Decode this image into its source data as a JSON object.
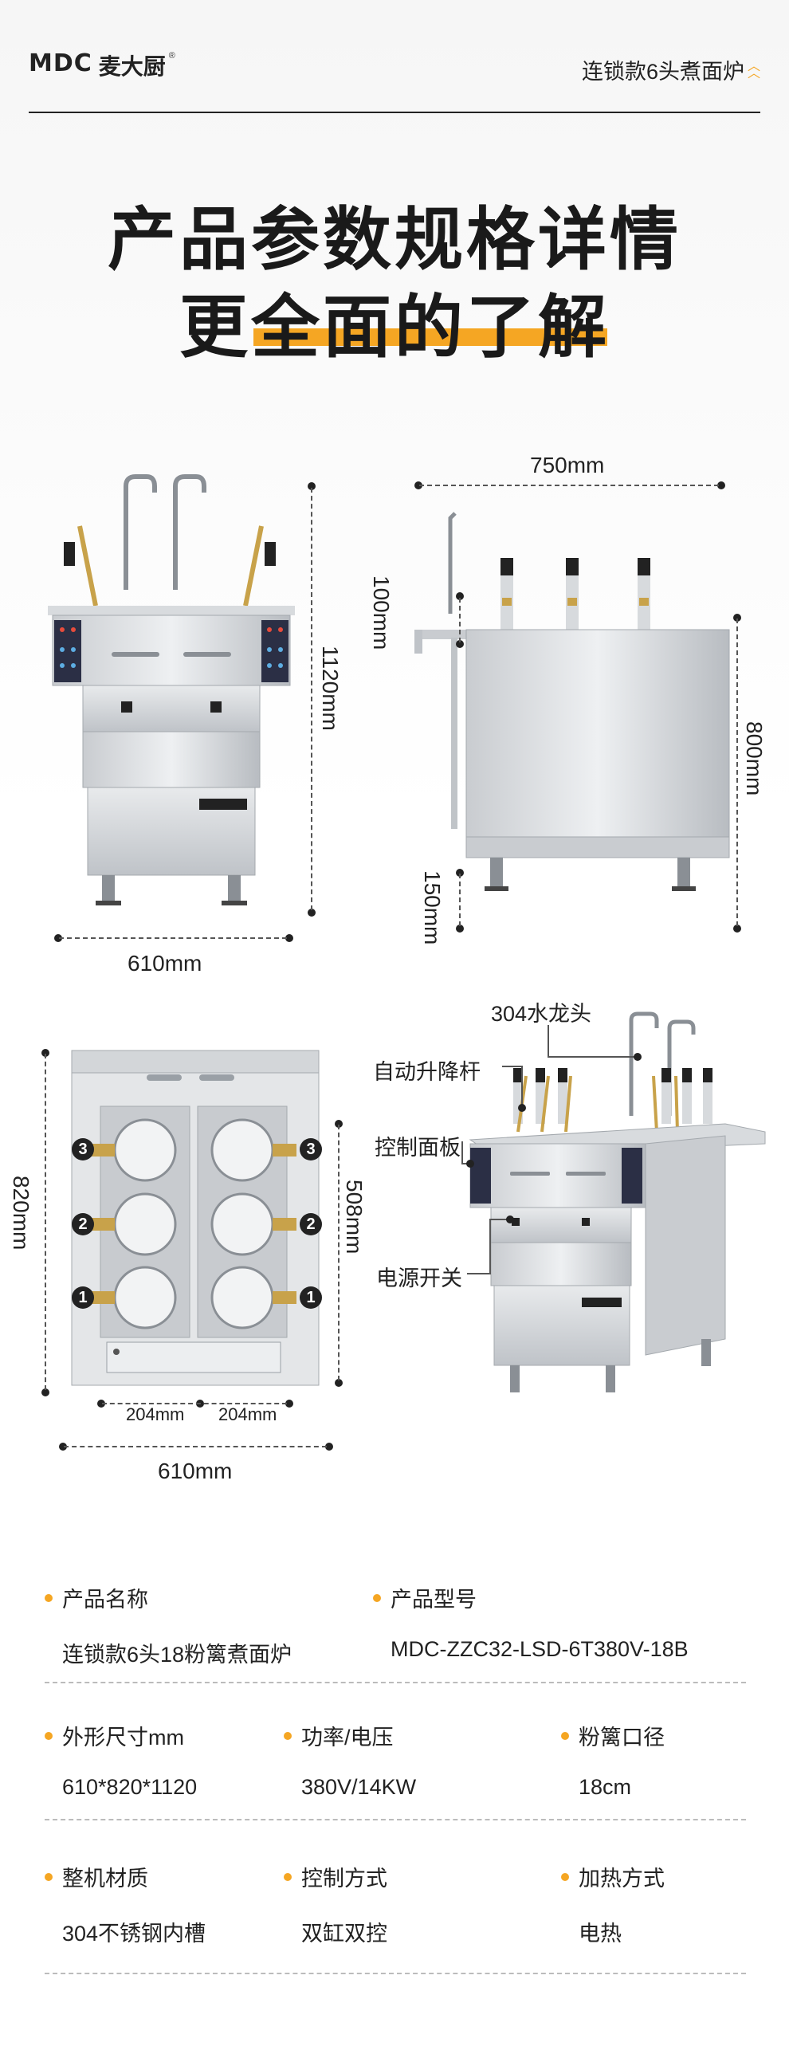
{
  "header": {
    "logo_text": "MDC",
    "brand_cn": "麦大厨",
    "reg_mark": "®",
    "product_title": "连锁款6头煮面炉"
  },
  "headline": {
    "line1": "产品参数规格详情",
    "line2_prefix": "更",
    "line2_highlight": "全面的了解"
  },
  "dimensions": {
    "front_width": "610mm",
    "front_height": "1120mm",
    "side_depth": "750mm",
    "side_top": "100mm",
    "side_body": "800mm",
    "side_leg": "150mm",
    "top_depth": "820mm",
    "top_inner": "508mm",
    "basket_left": "204mm",
    "basket_right": "204mm",
    "top_width": "610mm"
  },
  "callouts": {
    "faucet": "304水龙头",
    "lift_rod": "自动升降杆",
    "control_panel": "控制面板",
    "power_switch": "电源开关"
  },
  "basket_numbers": [
    "3",
    "2",
    "1"
  ],
  "specs": [
    {
      "label": "产品名称",
      "value": "连锁款6头18粉篱煮面炉"
    },
    {
      "label": "产品型号",
      "value": "MDC-ZZC32-LSD-6T380V-18B"
    },
    {
      "label": "外形尺寸mm",
      "value": "610*820*1120"
    },
    {
      "label": "功率/电压",
      "value": "380V/14KW"
    },
    {
      "label": "粉篱口径",
      "value": "18cm"
    },
    {
      "label": "整机材质",
      "value": "304不锈钢内槽"
    },
    {
      "label": "控制方式",
      "value": "双缸双控"
    },
    {
      "label": "加热方式",
      "value": "电热"
    }
  ],
  "colors": {
    "accent": "#f5a623",
    "steel_light": "#e4e6e8",
    "steel_dark": "#9aa0a6",
    "panel_dark": "#2b2f45"
  }
}
